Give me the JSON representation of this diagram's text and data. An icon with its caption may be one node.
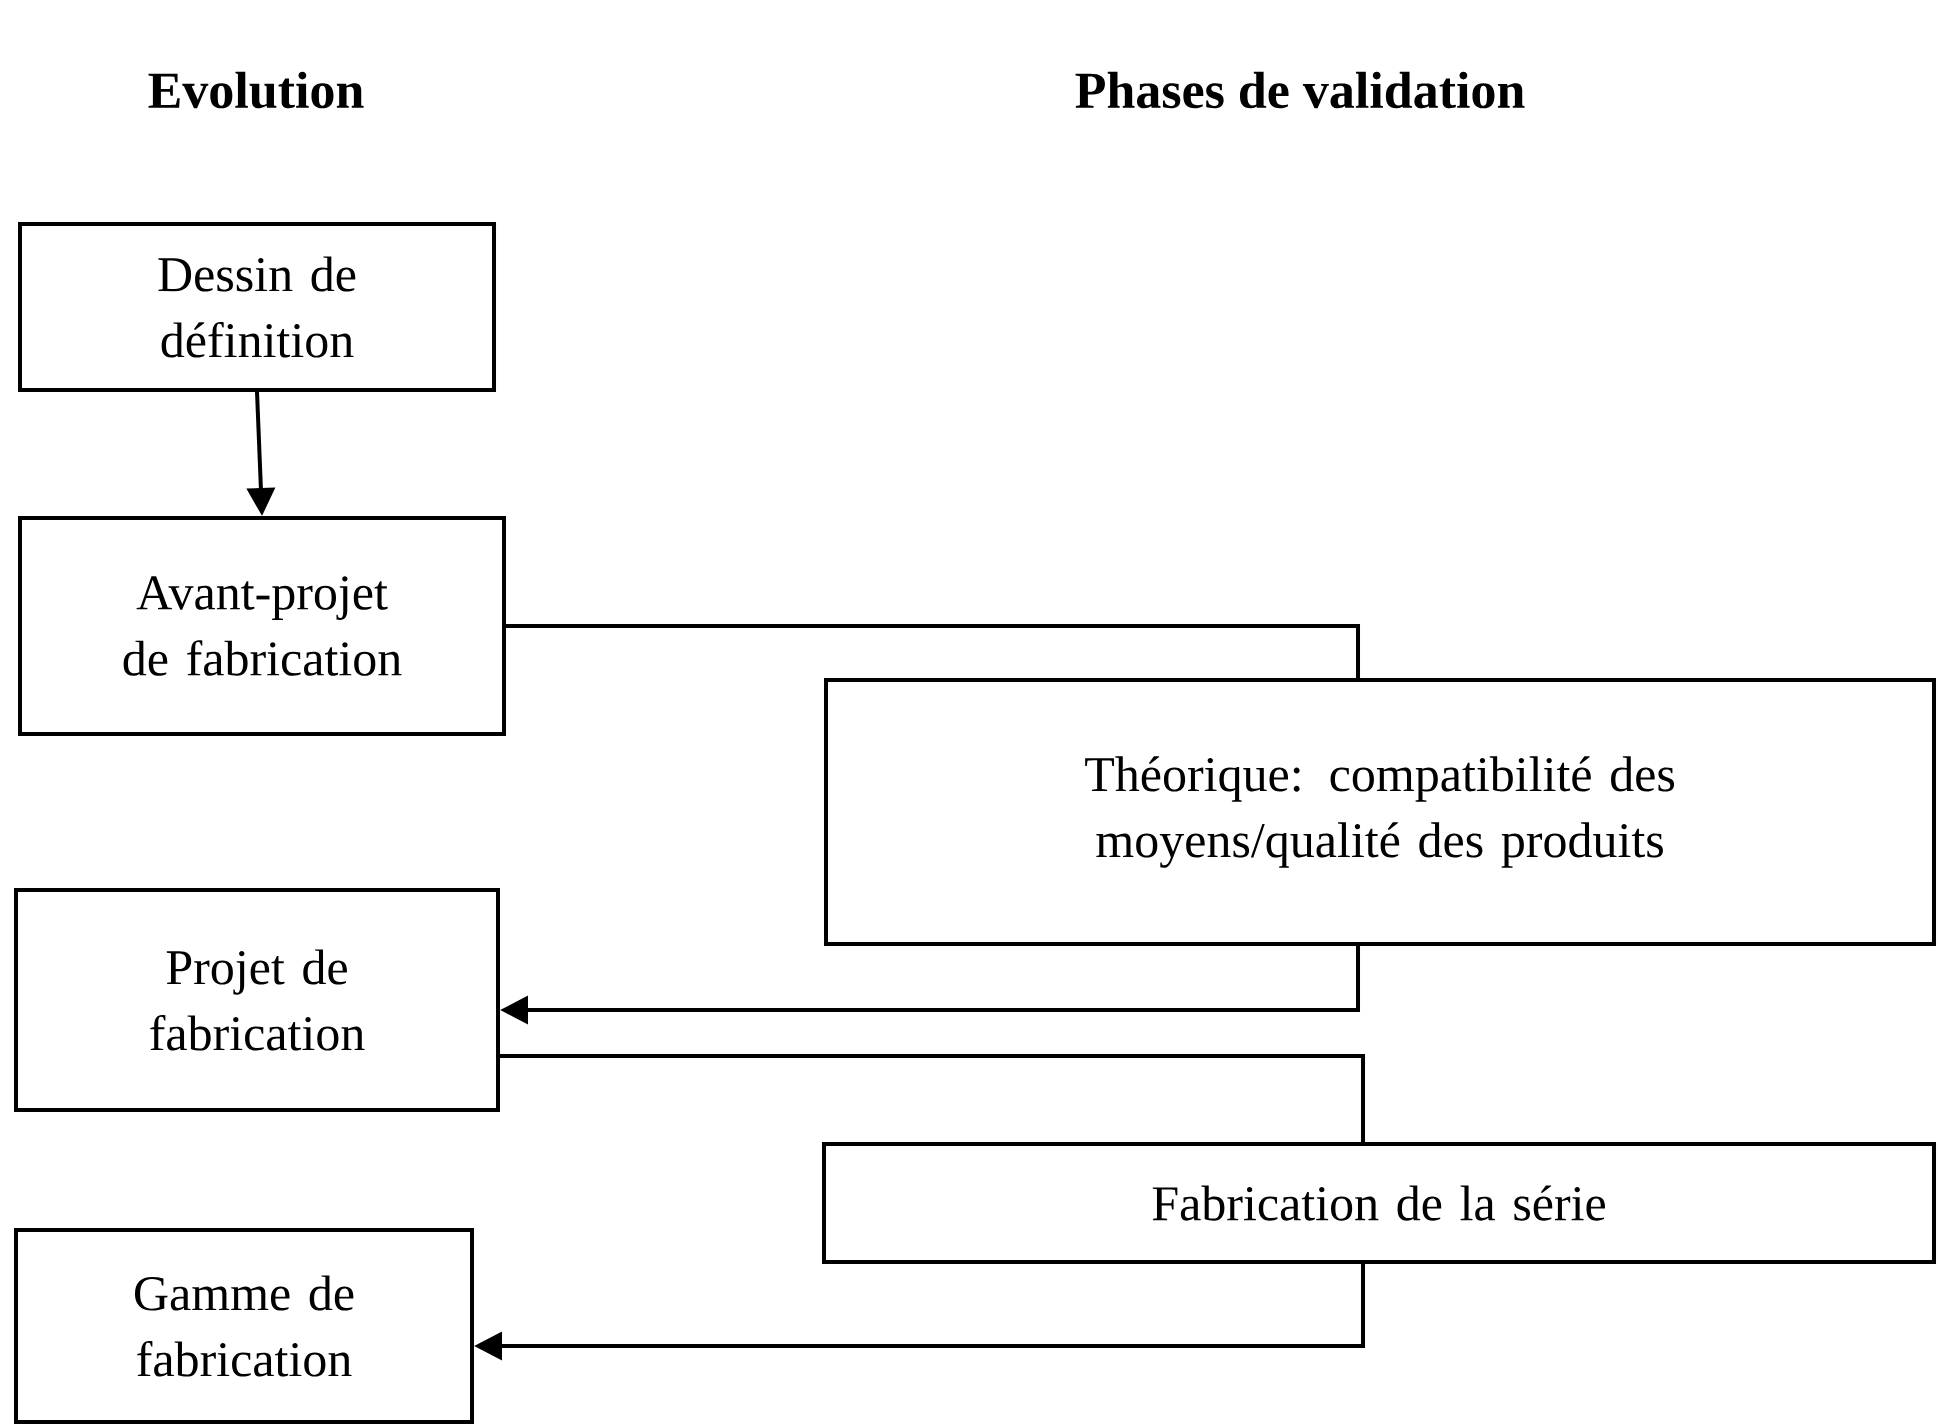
{
  "diagram": {
    "nodes": [
      {
        "text": [
          "Dessin de définition"
        ]
      },
      {
        "text": [
          "Avant-projet de fabrication"
        ]
      },
      {
        "text": [
          "Théorique: compatibilité des moyens/qualité des produits"
        ]
      },
      {
        "text": [
          "Projet de fabrication"
        ]
      },
      {
        "text": [
          "Fabrication de la série"
        ]
      },
      {
        "text": [
          "Gamme de fabrication"
        ]
      }
    ],
    "edges": [
      {
        "from": 0,
        "to": 1,
        "arrow": "to"
      },
      {
        "from": 1,
        "to": 2,
        "arrow": "none"
      },
      {
        "from": 2,
        "to": 3,
        "arrow": "to"
      },
      {
        "from": 3,
        "to": 4,
        "arrow": "none"
      },
      {
        "from": 4,
        "to": 5,
        "arrow": "to"
      }
    ],
    "labels": [
      "Evolution",
      "Phases de validation"
    ]
  }
}
